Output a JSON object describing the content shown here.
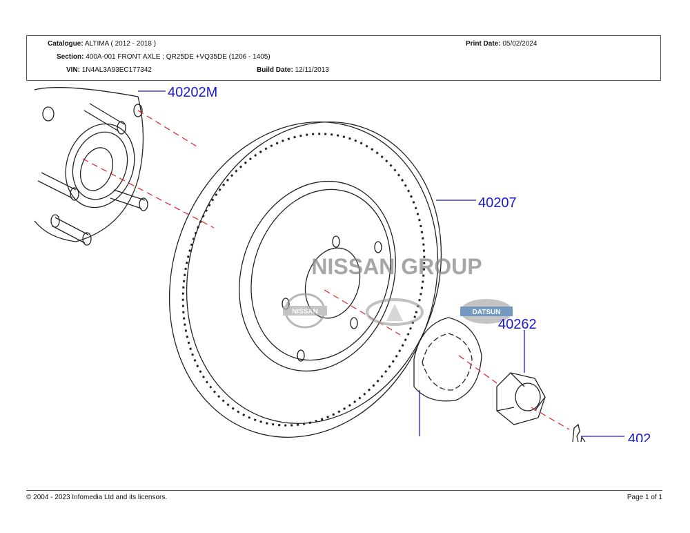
{
  "header": {
    "catalogue_label": "Catalogue:",
    "catalogue_value": "ALTIMA ( 2012 - 2018 )",
    "print_date_label": "Print Date:",
    "print_date_value": "05/02/2024",
    "section_label": "Section:",
    "section_value": "400A-001 FRONT AXLE ; QR25DE +VQ35DE (1206 - 1405)",
    "vin_label": "VIN:",
    "vin_value": "1N4AL3A93EC177342",
    "build_date_label": "Build Date:",
    "build_date_value": "12/11/2013"
  },
  "diagram": {
    "callouts": [
      "40202M",
      "40207",
      "40262",
      "402"
    ],
    "watermark": "NISSAN GROUP",
    "logos": [
      "NISSAN",
      "DATSUN"
    ],
    "line_color": "#1a1acc",
    "axis_color": "#e02020"
  },
  "footer": {
    "copyright": "© 2004 - 2023 Infomedia Ltd and its licensors.",
    "page": "Page 1 of 1"
  }
}
